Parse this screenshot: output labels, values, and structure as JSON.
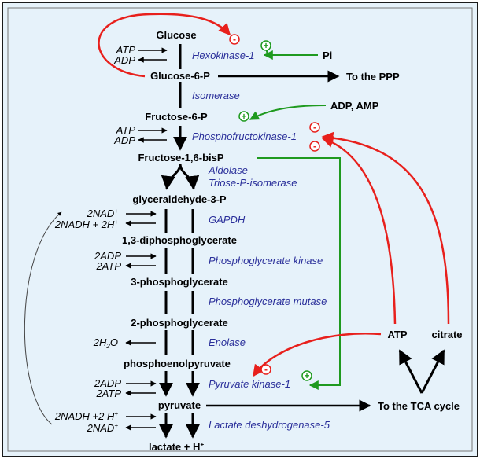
{
  "colors": {
    "background": "#e6f2fa",
    "frame": "#1a1a1a",
    "enzyme_text": "#2a2f9a",
    "inhibition": "#e8201c",
    "activation": "#1f9a1f",
    "arrow": "#000000"
  },
  "metabolites": {
    "glucose": "Glucose",
    "g6p": "Glucose-6-P",
    "f6p": "Fructose-6-P",
    "f16bp": "Fructose-1,6-bisP",
    "gap": "glyceraldehyde-3-P",
    "bpg13": "1,3-diphosphoglycerate",
    "pg3": "3-phosphoglycerate",
    "pg2": "2-phosphoglycerate",
    "pep": "phosphoenolpyruvate",
    "pyruvate": "pyruvate",
    "lactate": "lactate + H",
    "lactate_sup": "+"
  },
  "enzymes": {
    "hexokinase": "Hexokinase-1",
    "isomerase": "Isomerase",
    "pfk": "Phosphofructokinase-1",
    "aldolase": "Aldolase",
    "tpi": "Triose-P-isomerase",
    "gapdh": "GAPDH",
    "pgk": "Phosphoglycerate kinase",
    "pgm": "Phosphoglycerate mutase",
    "enolase": "Enolase",
    "pk": "Pyruvate kinase-1",
    "ldh": "Lactate deshydrogenase-5"
  },
  "cofactors": {
    "hk_in": "ATP",
    "hk_out": "ADP",
    "pfk_in": "ATP",
    "pfk_out": "ADP",
    "gapdh_in": "2NAD",
    "gapdh_in_sup": "+",
    "gapdh_out": "2NADH + 2H",
    "gapdh_out_sup": "+",
    "pgk_in": "2ADP",
    "pgk_out": "2ATP",
    "eno_out_pre": "2H",
    "eno_out_sub": "2",
    "eno_out_post": "O",
    "pk_in": "2ADP",
    "pk_out": "2ATP",
    "ldh_in": "2NADH +2 H",
    "ldh_in_sup": "+",
    "ldh_out": "2NAD",
    "ldh_out_sup": "+"
  },
  "regulators": {
    "pi": "Pi",
    "adp_amp": "ADP, AMP",
    "atp": "ATP",
    "citrate": "citrate"
  },
  "destinations": {
    "ppp": "To the PPP",
    "tca": "To the TCA cycle"
  },
  "signs": {
    "minus": "-",
    "plus": "+"
  }
}
